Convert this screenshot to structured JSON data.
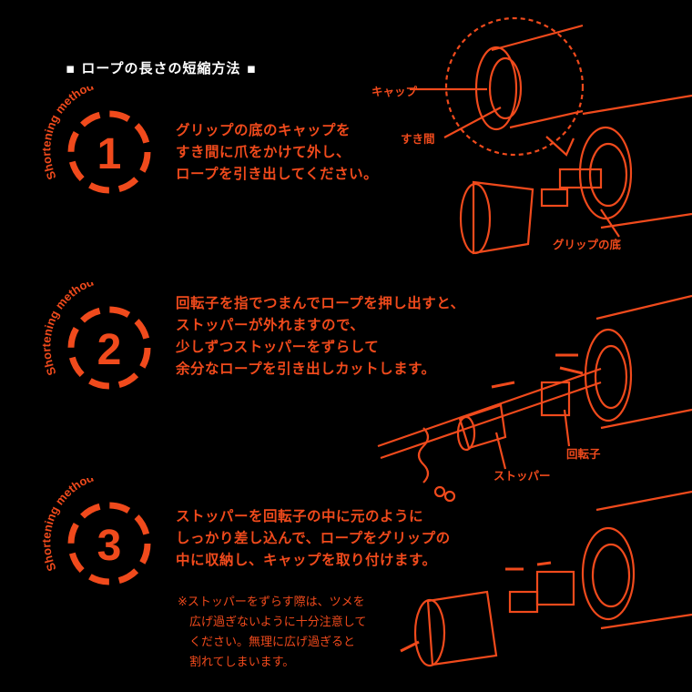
{
  "title": "▪ ロープの長さの短縮方法 ▪",
  "accent": "#f04a1c",
  "steps": [
    {
      "badge_label": "Shortening method",
      "number": "1",
      "lines": [
        "グリップの底のキャップを",
        "すき間に爪をかけて外し、",
        "ロープを引き出してください。"
      ]
    },
    {
      "badge_label": "Shortening method",
      "number": "2",
      "lines": [
        "回転子を指でつまんでロープを押し出すと、",
        "ストッパーが外れますので、",
        "少しずつストッパーをずらして",
        "余分なロープを引き出しカットします。"
      ]
    },
    {
      "badge_label": "Shortening method",
      "number": "3",
      "lines": [
        "ストッパーを回転子の中に元のように",
        "しっかり差し込んで、ロープをグリップの",
        "中に収納し、キャップを取り付けます。"
      ]
    }
  ],
  "note": [
    "※ストッパーをずらす際は、ツメを",
    "広げ過ぎないように十分注意して",
    "ください。無理に広げ過ぎると",
    "割れてしまいます。"
  ],
  "labels": {
    "cap": "キャップ",
    "gap": "すき間",
    "grip_bottom": "グリップの底",
    "rotor": "回転子",
    "stopper": "ストッパー"
  }
}
